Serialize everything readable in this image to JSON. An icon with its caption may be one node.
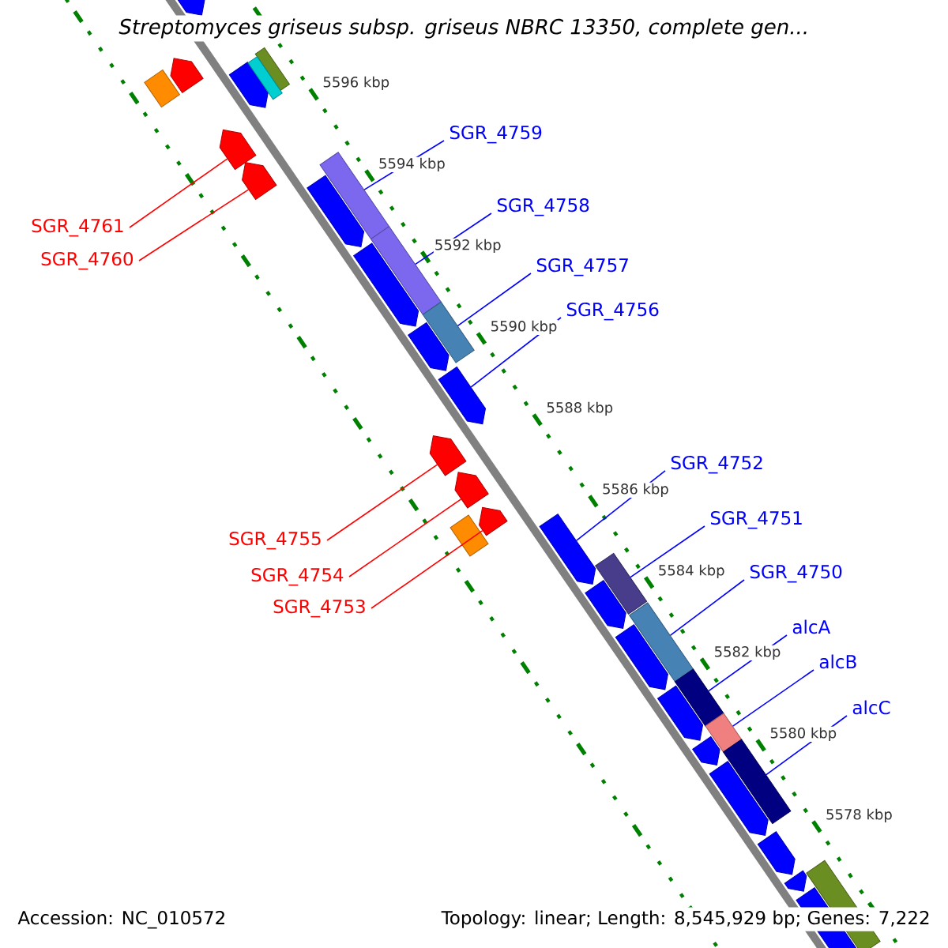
{
  "diagram": {
    "title": "Streptomyces griseus subsp. griseus NBRC 13350, complete gen...",
    "nodes": [
      {
        "text": [
          "SGR_4759"
        ]
      },
      {
        "text": [
          "SGR_4758"
        ]
      },
      {
        "text": [
          "SGR_4761"
        ]
      },
      {
        "text": [
          "SGR_4760"
        ]
      },
      {
        "text": [
          "SGR_4757"
        ]
      },
      {
        "text": [
          "SGR_4756"
        ]
      },
      {
        "text": [
          "SGR_4752"
        ]
      },
      {
        "text": [
          "SGR_4751"
        ]
      },
      {
        "text": [
          "SGR_4755"
        ]
      },
      {
        "text": [
          "SGR_4750"
        ]
      },
      {
        "text": [
          "SGR_4754"
        ]
      },
      {
        "text": [
          "SGR_4753"
        ]
      },
      {
        "text": [
          "alcA"
        ]
      },
      {
        "text": [
          "alcB"
        ]
      },
      {
        "text": [
          "alcC"
        ]
      },
      {
        "text": [],
        "shape": "arrow"
      },
      {
        "text": [],
        "shape": "bar"
      },
      {
        "text": [],
        "shape": "arrow"
      },
      {
        "text": [],
        "shape": "arrow"
      },
      {
        "text": [],
        "shape": "bar"
      },
      {
        "text": [],
        "shape": "bar"
      },
      {
        "text": [],
        "shape": "arrow"
      },
      {
        "text": [],
        "shape": "arrow"
      },
      {
        "text": [],
        "shape": "bar"
      },
      {
        "text": [],
        "shape": "arrow"
      },
      {
        "text": [],
        "shape": "arrow"
      },
      {
        "text": [],
        "shape": "bar"
      },
      {
        "text": [],
        "shape": "bar"
      },
      {
        "text": [],
        "shape": "arrow"
      },
      {
        "text": [],
        "shape": "arrow"
      },
      {
        "text": [],
        "shape": "arrow"
      },
      {
        "text": [],
        "shape": "arrow"
      },
      {
        "text": [],
        "shape": "bar"
      },
      {
        "text": [],
        "shape": "arrow"
      },
      {
        "text": [],
        "shape": "arrow"
      },
      {
        "text": [],
        "shape": "bar"
      },
      {
        "text": [],
        "shape": "arrow"
      },
      {
        "text": [],
        "shape": "bar"
      },
      {
        "text": [],
        "shape": "arrow"
      },
      {
        "text": [],
        "shape": "arrow"
      },
      {
        "text": [],
        "shape": "bar"
      },
      {
        "text": [],
        "shape": "bar"
      },
      {
        "text": [],
        "shape": "arrow"
      },
      {
        "text": [],
        "shape": "bar"
      },
      {
        "text": [],
        "shape": "arrow"
      },
      {
        "text": [],
        "shape": "arrow"
      },
      {
        "text": [],
        "shape": "arrow"
      },
      {
        "text": [],
        "shape": "bar"
      },
      {
        "text": [],
        "shape": "arrow"
      }
    ],
    "edges": [
      {
        "from": 0,
        "to": 23,
        "arrow": "none"
      },
      {
        "from": 1,
        "to": 26,
        "arrow": "none"
      },
      {
        "from": 2,
        "to": 21,
        "arrow": "none",
        "color": "#ff0000"
      },
      {
        "from": 3,
        "to": 22,
        "arrow": "none",
        "color": "#ff0000"
      },
      {
        "from": 4,
        "to": 27,
        "arrow": "none"
      },
      {
        "from": 5,
        "to": 29,
        "arrow": "none"
      },
      {
        "from": 6,
        "to": 34,
        "arrow": "none"
      },
      {
        "from": 7,
        "to": 35,
        "arrow": "none"
      },
      {
        "from": 8,
        "to": 30,
        "arrow": "none",
        "color": "#ff0000"
      },
      {
        "from": 9,
        "to": 37,
        "arrow": "none"
      },
      {
        "from": 10,
        "to": 31,
        "arrow": "none",
        "color": "#ff0000"
      },
      {
        "from": 11,
        "to": 33,
        "arrow": "none",
        "color": "#ff0000"
      },
      {
        "from": 12,
        "to": 40,
        "arrow": "none"
      },
      {
        "from": 13,
        "to": 41,
        "arrow": "none"
      },
      {
        "from": 14,
        "to": 43,
        "arrow": "none"
      }
    ],
    "labels": [
      "5596 kbp",
      "5594 kbp",
      "5592 kbp",
      "5590 kbp",
      "5588 kbp",
      "5586 kbp",
      "5584 kbp",
      "5582 kbp",
      "5580 kbp",
      "5578 kbp",
      "Accession: NC_010572",
      "Topology: linear; Length: 8,545,929 bp; Genes: 7,222"
    ]
  }
}
